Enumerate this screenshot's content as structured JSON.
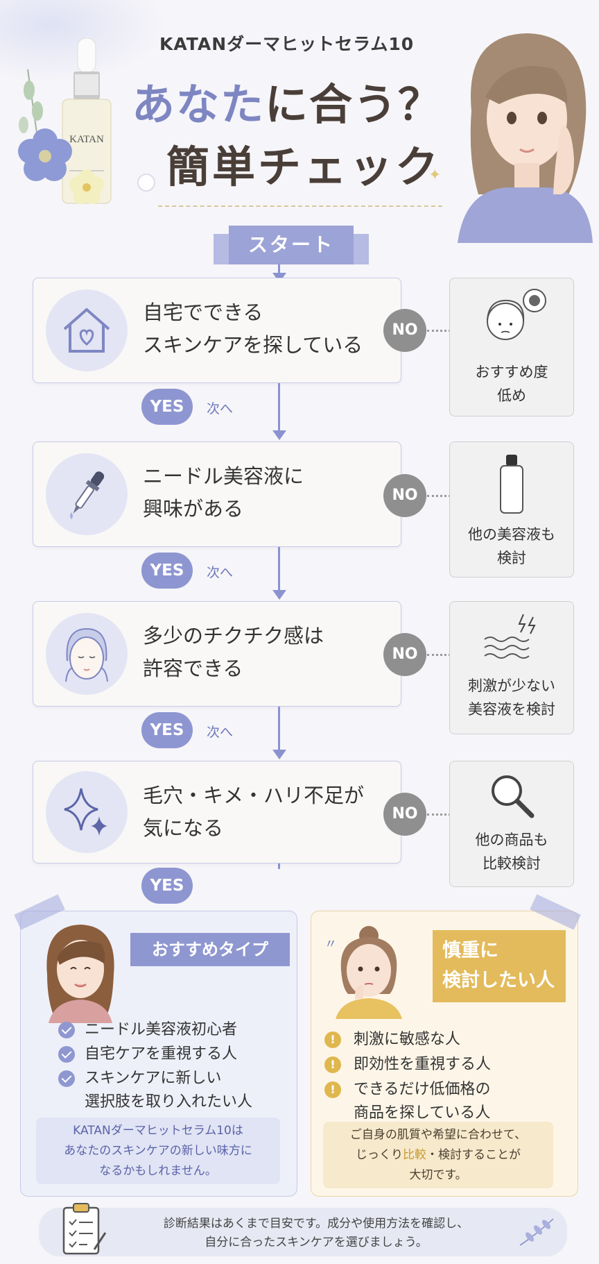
{
  "header": {
    "subtitle": "KATANダーマヒットセラム10",
    "title_line1_accent": "あなた",
    "title_line1_rest": "に合う？",
    "title_line2": "簡単チェック",
    "product_label": "KATAN"
  },
  "start_label": "スタート",
  "questions": [
    {
      "text": "自宅でできる\nスキンケアを探している",
      "icon": "house-heart-icon",
      "no_label": "NO",
      "no_result": "おすすめ度\n低め",
      "no_icon": "worried-face-icon"
    },
    {
      "text": "ニードル美容液に\n興味がある",
      "icon": "dropper-icon",
      "no_label": "NO",
      "no_result": "他の美容液も\n検討",
      "no_icon": "bottle-icon"
    },
    {
      "text": "多少のチクチク感は\n許容できる",
      "icon": "face-touch-icon",
      "no_label": "NO",
      "no_result": "刺激が少ない\n美容液を検討",
      "no_icon": "wave-spark-icon"
    },
    {
      "text": "毛穴・キメ・ハリ不足が\n気になる",
      "icon": "sparkle-icon",
      "no_label": "NO",
      "no_result": "他の商品も\n比較検討",
      "no_icon": "magnifier-icon"
    }
  ],
  "yes_label": "YES",
  "next_label": "次へ",
  "recommended": {
    "title": "おすすめタイプ",
    "items": [
      "ニードル美容液初心者",
      "自宅ケアを重視する人",
      "スキンケアに新しい\n選択肢を取り入れたい人"
    ],
    "message": "KATANダーマヒットセラム10は\nあなたのスキンケアの新しい味方に\nなるかもしれません。"
  },
  "careful": {
    "title": "慎重に\n検討したい人",
    "items": [
      "刺激に敏感な人",
      "即効性を重視する人",
      "できるだけ低価格の\n商品を探している人"
    ],
    "message_part1": "ご自身の肌質や希望に合わせて、",
    "message_part2a": "じっくり",
    "message_highlight": "比較",
    "message_part2b": "・検討することが",
    "message_part3": "大切です。"
  },
  "footer": {
    "text": "診断結果はあくまで目安です。成分や使用方法を確認し、\n自分に合ったスキンケアを選びましょう。"
  },
  "colors": {
    "accent": "#8e96d1",
    "no_gray": "#8f8f8f",
    "gold": "#e3bb5c",
    "title_brown": "#4a3f38"
  }
}
